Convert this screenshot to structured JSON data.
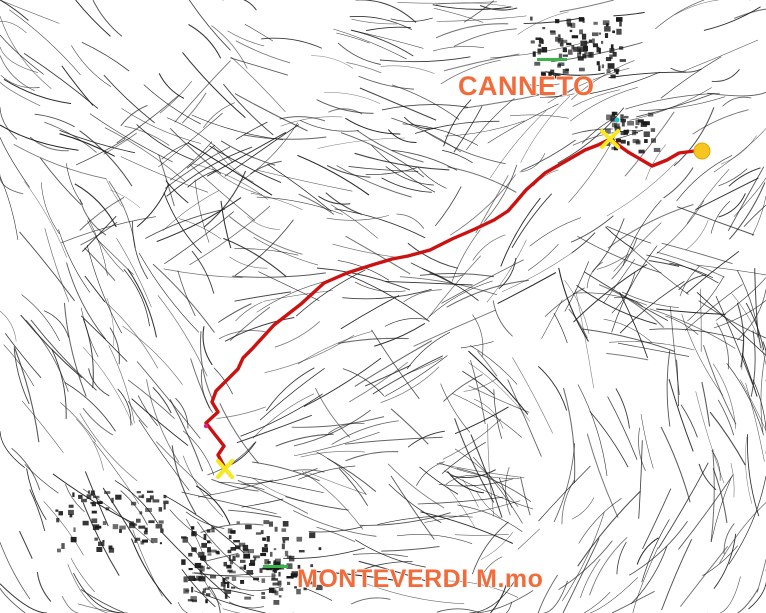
{
  "map": {
    "background": "#ffffff",
    "contour_color": "#1a1a1a",
    "route_color": "#cc1111",
    "marker_color": "#f7e81f",
    "label_color": "#f26b3a"
  },
  "places": {
    "canneto": {
      "label": "CANNETO"
    },
    "monteverdi": {
      "label": "MONTEVERDI M.mo"
    }
  },
  "markers": [
    {
      "name": "start-point",
      "shape": "dot"
    },
    {
      "name": "canneto-waypoint",
      "shape": "x"
    },
    {
      "name": "monteverdi-waypoint",
      "shape": "x"
    }
  ]
}
